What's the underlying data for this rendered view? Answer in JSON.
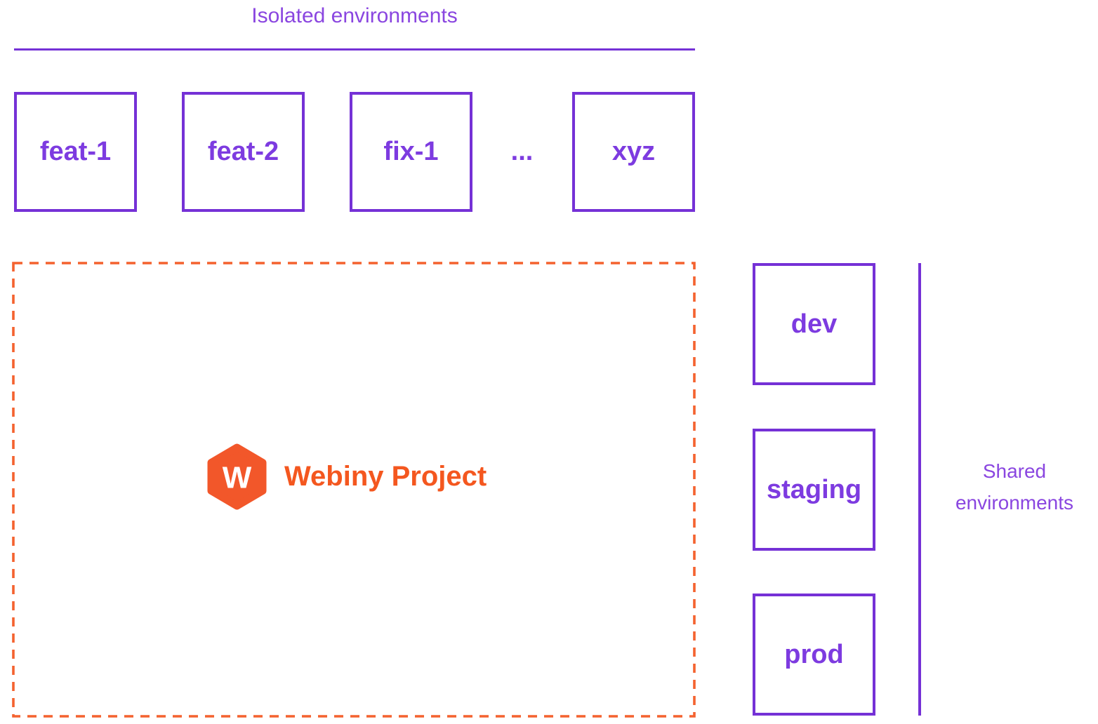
{
  "isolated": {
    "title": "Isolated environments",
    "items": [
      {
        "label": "feat-1"
      },
      {
        "label": "feat-2"
      },
      {
        "label": "fix-1"
      },
      {
        "label": "xyz"
      }
    ],
    "ellipsis": "..."
  },
  "project": {
    "name": "Webiny Project",
    "logo_icon": "webiny-hexagon-icon",
    "logo_letter": "W"
  },
  "shared": {
    "title": "Shared environments",
    "items": [
      {
        "label": "dev"
      },
      {
        "label": "staging"
      },
      {
        "label": "prod"
      }
    ]
  },
  "colors": {
    "purple_line": "#7531d6",
    "purple_label": "#7d3be0",
    "purple_title": "#8a46e0",
    "orange_logo": "#f2572a",
    "orange_text": "#f4571f",
    "orange_dash": "#f4622f"
  }
}
